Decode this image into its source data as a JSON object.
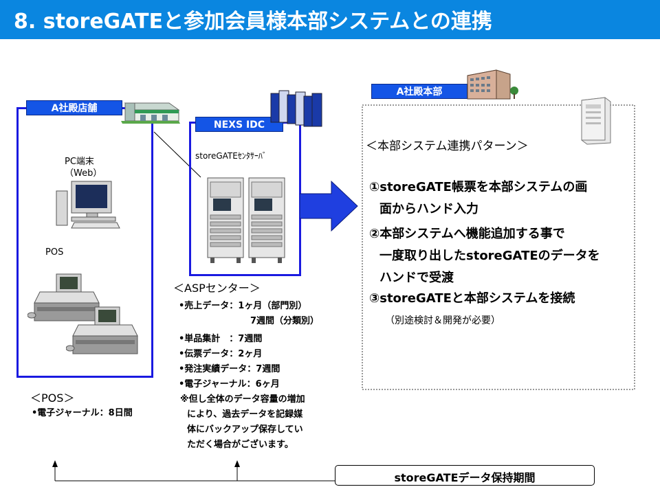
{
  "title": "8. storeGATEと参加会員様本部システムとの連携",
  "store": {
    "label": "A社殿店舗",
    "pc_label_1": "PC端末",
    "pc_label_2": "（Web）",
    "pos_label": "POS"
  },
  "idc": {
    "label": "NEXS IDC",
    "server_label": "storeGATEｾﾝﾀｻｰﾊﾞ"
  },
  "hq": {
    "label": "A社殿本部",
    "pattern_title": "＜本部システム連携パターン＞",
    "pattern_1_line1": "①storeGATE帳票を本部システムの画",
    "pattern_1_line2": "面からハンド入力",
    "pattern_2_line1": "②本部システムへ機能追加する事で",
    "pattern_2_line2": "一度取り出したstoreGATEのデータを",
    "pattern_2_line3": "ハンドで受渡",
    "pattern_3_line1": "③storeGATEと本部システムを接続",
    "pattern_3_line2": "（別途検討＆開発が必要）"
  },
  "asp_center": {
    "heading": "＜ASPセンター＞",
    "lines": [
      "•売上データ：1ヶ月（部門別）",
      "7週間（分類別）",
      "•単品集計　：7週間",
      "•伝票データ：2ヶ月",
      "•発注実績データ：7週間",
      "•電子ジャーナル：6ヶ月",
      "※但し全体のデータ容量の増加",
      "により、過去データを記録媒",
      "体にバックアップ保存してい",
      "ただく場合がございます。"
    ]
  },
  "pos_retention": {
    "heading": "＜POS＞",
    "line": "•電子ジャーナル：8日間"
  },
  "retention_label": "storeGATEデータ保持期間"
}
